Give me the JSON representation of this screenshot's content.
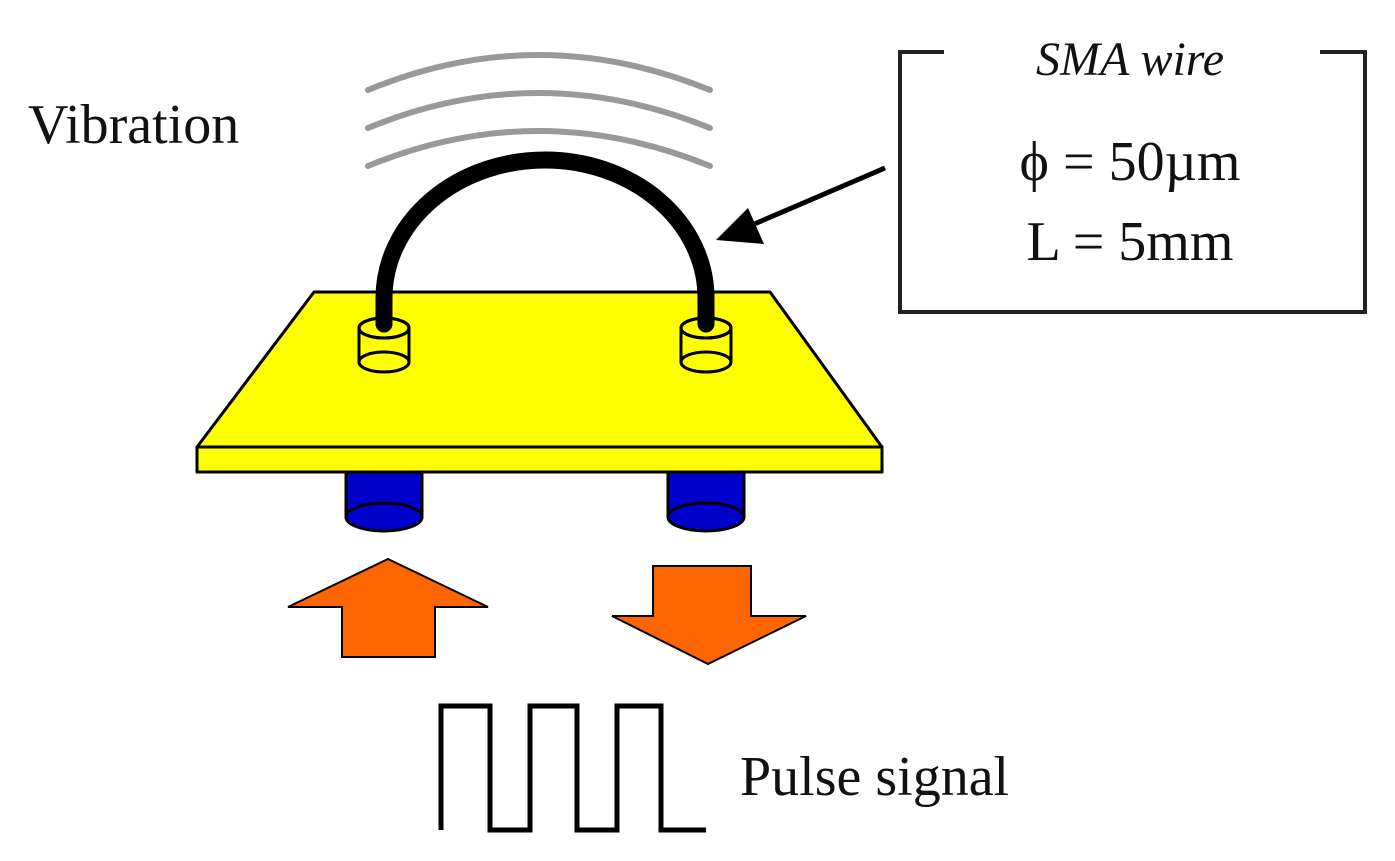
{
  "labels": {
    "vibration": "Vibration",
    "sma_title": "SMA wire",
    "diameter": "ϕ = 50µm",
    "length": "L = 5mm",
    "pulse_signal": "Pulse signal"
  },
  "colors": {
    "board": "#ffff00",
    "outline": "#000000",
    "wire": "#000000",
    "pin": "#0000cc",
    "arrow": "#ff6600",
    "vibration_lines": "#999999",
    "box_border": "#222222"
  }
}
